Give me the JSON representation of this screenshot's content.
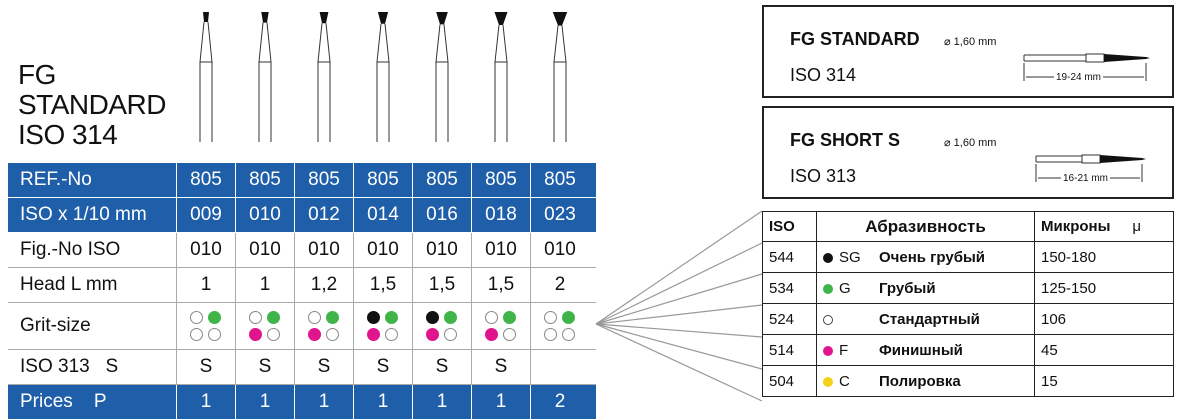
{
  "title": {
    "line1": "FG",
    "line2": "STANDARD",
    "line3": "ISO 314"
  },
  "table": {
    "rows": [
      {
        "label": "REF.-No",
        "style": "blue",
        "values": [
          "805",
          "805",
          "805",
          "805",
          "805",
          "805",
          "805"
        ]
      },
      {
        "label": "ISO x 1/10 mm",
        "style": "blue",
        "values": [
          "009",
          "010",
          "012",
          "014",
          "016",
          "018",
          "023"
        ]
      },
      {
        "label": "Fig.-No ISO",
        "style": "plain",
        "values": [
          "010",
          "010",
          "010",
          "010",
          "010",
          "010",
          "010"
        ]
      },
      {
        "label": "Head L mm",
        "style": "plain",
        "values": [
          "1",
          "1",
          "1,2",
          "1,5",
          "1,5",
          "1,5",
          "2"
        ]
      }
    ],
    "grit_label": "Grit-size",
    "grit": [
      [
        "empty",
        "green",
        "empty",
        "empty"
      ],
      [
        "empty",
        "green",
        "magenta",
        "empty"
      ],
      [
        "empty",
        "green",
        "magenta",
        "empty"
      ],
      [
        "black",
        "green",
        "magenta",
        "empty"
      ],
      [
        "black",
        "green",
        "magenta",
        "empty"
      ],
      [
        "empty",
        "green",
        "magenta",
        "empty"
      ],
      [
        "empty",
        "green",
        "empty",
        "empty"
      ]
    ],
    "iso313": {
      "label": "ISO 313   S",
      "values": [
        "S",
        "S",
        "S",
        "S",
        "S",
        "S",
        ""
      ]
    },
    "prices": {
      "label": "Prices    P",
      "values": [
        "1",
        "1",
        "1",
        "1",
        "1",
        "1",
        "2"
      ]
    }
  },
  "colors": {
    "blue": "#1f5ea8",
    "green": "#3fb549",
    "magenta": "#e0148c",
    "black": "#111111",
    "yellow": "#f3d21a"
  },
  "box1": {
    "title": "FG STANDARD",
    "diameter": "⌀ 1,60 mm",
    "iso": "ISO 314",
    "length": "19-24 mm"
  },
  "box2": {
    "title": "FG SHORT S",
    "diameter": "⌀ 1,60 mm",
    "iso": "ISO 313",
    "length": "16-21 mm"
  },
  "grit_table": {
    "headers": {
      "iso": "ISO",
      "abrasive": "Абразивность",
      "microns": "Микроны",
      "mu": "μ"
    },
    "rows": [
      {
        "iso": "544",
        "dot": "black",
        "code": "SG",
        "name": "Очень грубый",
        "microns": "150-180"
      },
      {
        "iso": "534",
        "dot": "green",
        "code": "G",
        "name": "Грубый",
        "microns": "125-150"
      },
      {
        "iso": "524",
        "dot": "empty",
        "code": "",
        "name": "Стандартный",
        "microns": "106"
      },
      {
        "iso": "514",
        "dot": "magenta",
        "code": "F",
        "name": "Финишный",
        "microns": "45"
      },
      {
        "iso": "504",
        "dot": "yellow",
        "code": "C",
        "name": "Полировка",
        "microns": "15"
      }
    ]
  }
}
